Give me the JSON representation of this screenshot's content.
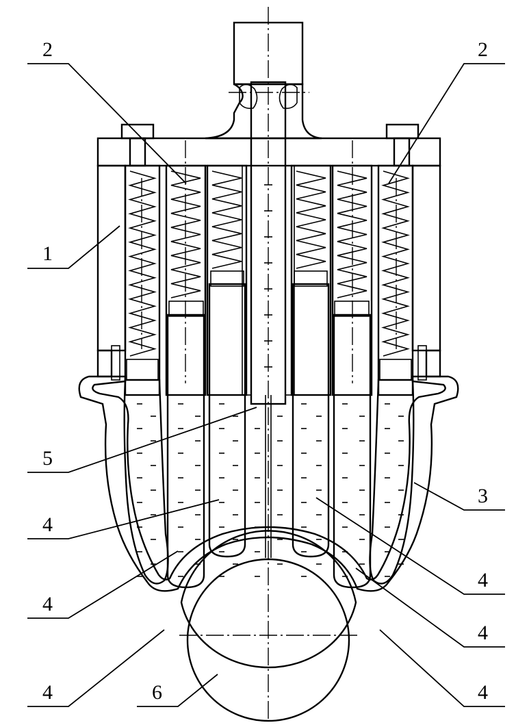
{
  "callouts": [
    {
      "id": "upper-left",
      "text": "2"
    },
    {
      "id": "upper-right",
      "text": "2"
    },
    {
      "id": "left",
      "text": "1"
    },
    {
      "id": "middle-left",
      "text": "5"
    },
    {
      "id": "right",
      "text": "3"
    },
    {
      "id": "lower-left-a",
      "text": "4"
    },
    {
      "id": "lower-left-b",
      "text": "4"
    },
    {
      "id": "bottom-left",
      "text": "4"
    },
    {
      "id": "lower-right-a",
      "text": "4"
    },
    {
      "id": "lower-right-b",
      "text": "4"
    },
    {
      "id": "bottom-right",
      "text": "4"
    },
    {
      "id": "bottom-center",
      "text": "6"
    }
  ],
  "colors": {
    "ink": "#000000",
    "paper": "#ffffff"
  }
}
